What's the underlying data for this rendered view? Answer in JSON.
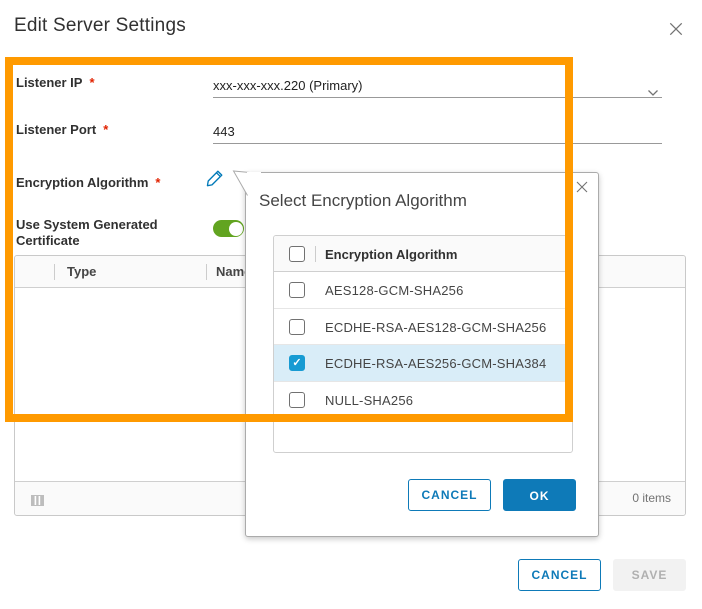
{
  "window": {
    "title": "Edit Server Settings"
  },
  "form": {
    "required_marker": "*",
    "listener_ip": {
      "label": "Listener IP",
      "value": "xxx-xxx-xxx.220 (Primary)"
    },
    "listener_port": {
      "label": "Listener Port",
      "value": "443"
    },
    "encryption_algorithm": {
      "label": "Encryption Algorithm"
    },
    "certificate_toggle": {
      "label": "Use System Generated Certificate",
      "state": "on"
    }
  },
  "server_table": {
    "columns": [
      "Type",
      "Name"
    ],
    "rows": [],
    "footer_items": "0 items"
  },
  "modal": {
    "title": "Select Encryption Algorithm",
    "column_header": "Encryption Algorithm",
    "rows": [
      {
        "label": "AES128-GCM-SHA256",
        "checked": false
      },
      {
        "label": "ECDHE-RSA-AES128-GCM-SHA256",
        "checked": false
      },
      {
        "label": "ECDHE-RSA-AES256-GCM-SHA384",
        "checked": true
      },
      {
        "label": "NULL-SHA256",
        "checked": false
      }
    ],
    "check_glyph": "✓",
    "cancel_label": "CANCEL",
    "ok_label": "OK"
  },
  "actions": {
    "cancel_label": "CANCEL",
    "save_label": "SAVE",
    "save_enabled": false
  },
  "colors": {
    "highlight_orange": "#ff9a00",
    "primary_blue": "#0e7ab8",
    "checkbox_checked_blue": "#179bd3",
    "selected_row_blue": "#d9edf8",
    "toggle_green": "#62a420",
    "required_red": "#e12200"
  }
}
